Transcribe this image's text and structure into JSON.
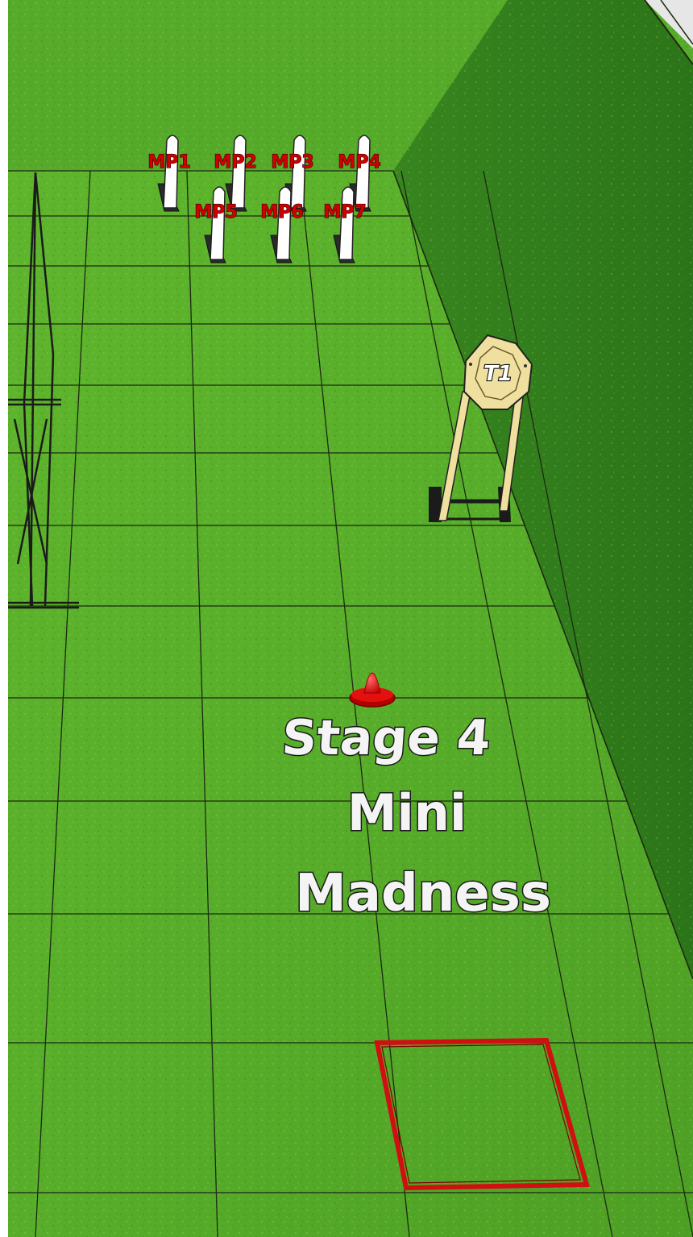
{
  "stage": {
    "title_line1": "Stage 4",
    "title_line2": "Mini",
    "title_line3": "Madness"
  },
  "targets": {
    "steel_plate": "T1",
    "mini_poppers": [
      "MP1",
      "MP2",
      "MP3",
      "MP4",
      "MP5",
      "MP6",
      "MP7"
    ]
  },
  "props": [
    "start-cone",
    "shooting-box",
    "barrier-frame"
  ],
  "colors": {
    "grass_light": "#63b82f",
    "grass_dark": "#3f8a22",
    "wall_green": "#2f7a1e",
    "grid_line": "#1c2a12",
    "popper_label": "#d00000",
    "target_tan": "#efe0a0",
    "cone_red": "#e41010",
    "box_red": "#d01010",
    "title_fill": "#f4f4f4"
  }
}
